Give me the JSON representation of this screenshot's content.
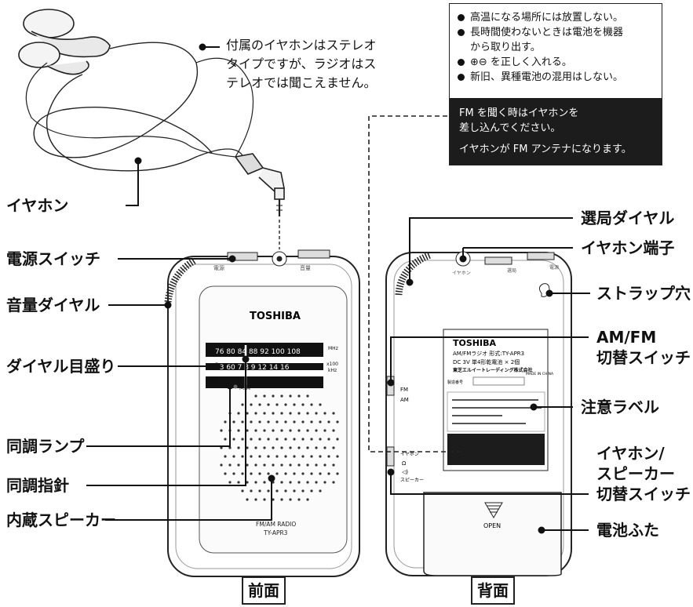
{
  "earphone_note": [
    "付属のイヤホンはステレオ",
    "タイプですが、ラジオはス",
    "テレオでは聞こえません。"
  ],
  "caution_label": {
    "items": [
      "高温になる場所には放置しない。",
      "長時間使わないときは電池を機器",
      "から取り出す。",
      "⊕⊖ を正しく入れる。",
      "新旧、異種電池の混用はしない。"
    ],
    "fm_notes": [
      "FM を聞く時はイヤホンを",
      "差し込んでください。",
      "イヤホンが FM アンテナになります。"
    ]
  },
  "front_labels": {
    "earphone": "イヤホン",
    "power_switch": "電源スイッチ",
    "volume_dial": "音量ダイヤル",
    "dial_scale": "ダイヤル目盛り",
    "tuning_lamp": "同調ランプ",
    "tuning_pointer": "同調指針",
    "speaker": "内蔵スピーカー"
  },
  "back_labels": {
    "tuning_dial": "選局ダイヤル",
    "earphone_jack": "イヤホン端子",
    "strap_hole": "ストラップ穴",
    "band_switch_line1": "AM/FM",
    "band_switch_line2": "切替スイッチ",
    "caution_label": "注意ラベル",
    "output_switch_line1": "イヤホン/",
    "output_switch_line2": "スピーカー",
    "output_switch_line3": "切替スイッチ",
    "battery_cover": "電池ふた"
  },
  "views": {
    "front": "前面",
    "back": "背面"
  },
  "radio_front": {
    "brand": "TOSHIBA",
    "fm_scale": "76 80 84 88 92  100  108",
    "fm_unit": "MHz",
    "am_scale": "53 60  7 8 9  12 14 16",
    "am_unit_1": "x100",
    "am_unit_2": "kHz",
    "band_fm": "FM",
    "band_am": "AM",
    "tune_label": "同調",
    "model_line1": "FM/AM RADIO",
    "model_line2": "TY-APR3",
    "top_label_left": "電源",
    "top_label_right": "音量"
  },
  "radio_back": {
    "brand": "TOSHIBA",
    "spec_line1": "AM/FMラジオ  形式:TY-APR3",
    "spec_line2": "DC 3V  単4形乾電池 × 2個",
    "maker": "東芝エルイートレーディング株式会社",
    "serial": "製造番号",
    "origin": "MADE IN CHINA",
    "sw_fm": "FM",
    "sw_am": "AM",
    "sw_earphone": "イヤホン",
    "sw_speaker": "スピーカー",
    "open": "OPEN",
    "jack_label": "イヤホン",
    "top_label_1": "選局",
    "top_label_2": "電源"
  }
}
